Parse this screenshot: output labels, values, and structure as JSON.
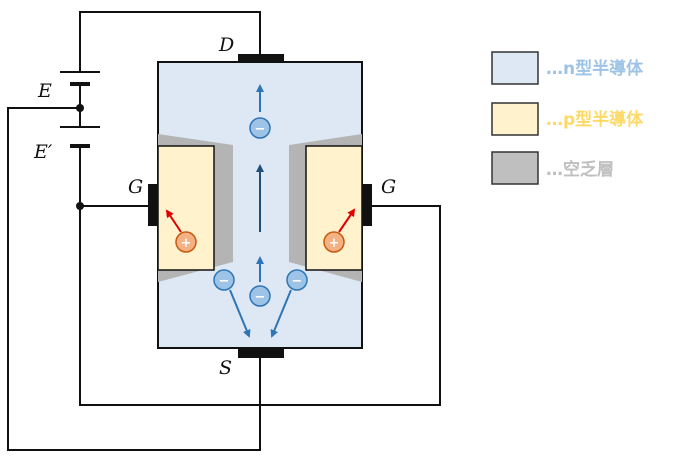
{
  "terminals": {
    "drain": "D",
    "source": "S",
    "gate_left": "G",
    "gate_right": "G",
    "battery_main": "E",
    "battery_gate": "E′"
  },
  "particles": {
    "electron_sign": "−",
    "hole_sign": "+"
  },
  "legend": [
    {
      "key": "n",
      "label": "…n型半導体",
      "color": "#9dc3e6",
      "swatch": "#dde8f4"
    },
    {
      "key": "p",
      "label": "…p型半導体",
      "color": "#ffd966",
      "swatch": "#fff2cc"
    },
    {
      "key": "dep",
      "label": "…空乏層",
      "color": "#bfbfbf",
      "swatch": "#bfbfbf"
    }
  ],
  "colors": {
    "n_region": "#dde8f4",
    "p_region": "#fff2cc",
    "depletion": "#b4b4b4",
    "wire": "#111111",
    "electron_fill": "#9dc3e6",
    "electron_stroke": "#2e75b6",
    "hole_fill": "#f4b183",
    "hole_stroke": "#c55a11",
    "arrow_blue": "#2e75b6",
    "arrow_dark": "#1f4e79",
    "arrow_red": "#e00000"
  }
}
